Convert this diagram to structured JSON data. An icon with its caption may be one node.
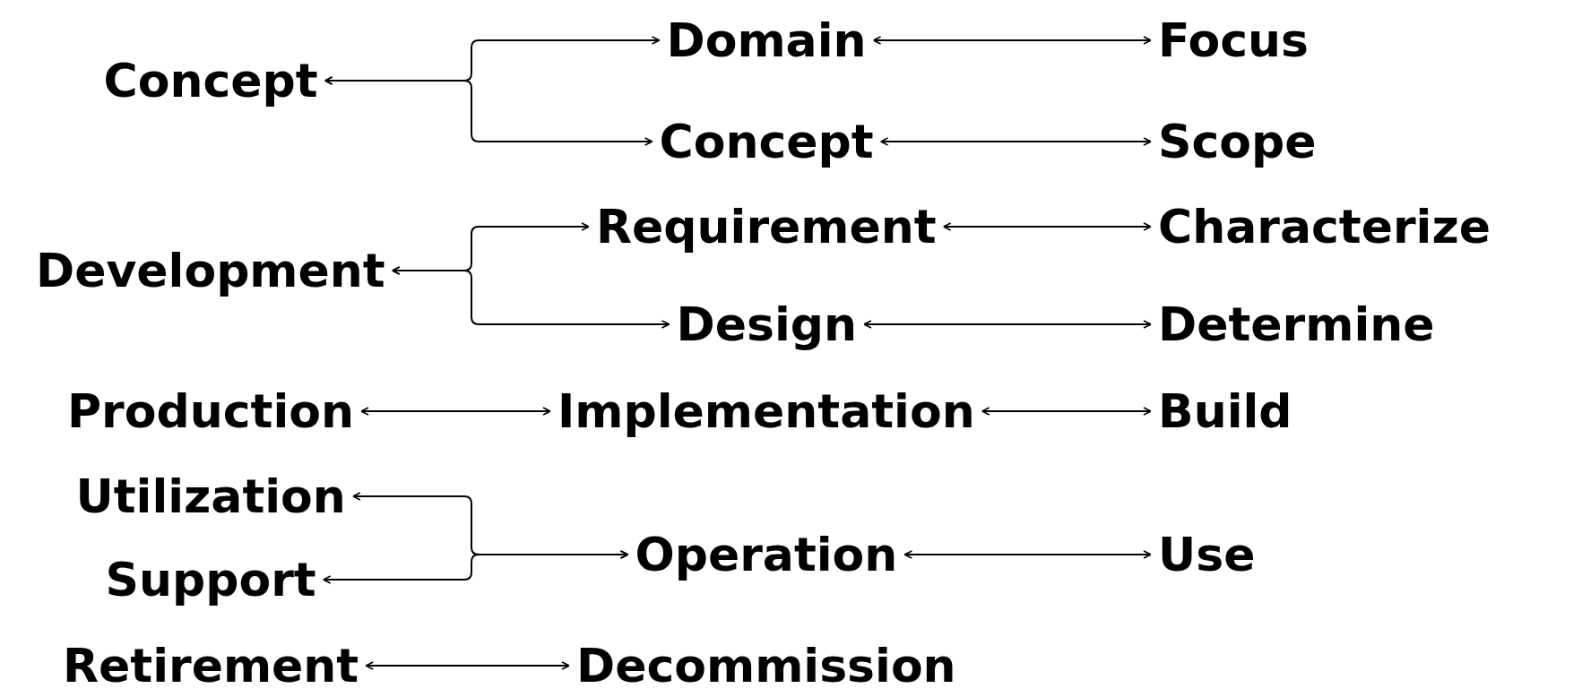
{
  "diagram": {
    "nodes": [
      {
        "text": [
          "Domain"
        ]
      },
      {
        "text": [
          "Focus"
        ]
      },
      {
        "text": [
          "Concept"
        ]
      },
      {
        "text": [
          "Concept"
        ]
      },
      {
        "text": [
          "Scope"
        ]
      },
      {
        "text": [
          "Requirement"
        ]
      },
      {
        "text": [
          "Characterize"
        ]
      },
      {
        "text": [
          "Development"
        ]
      },
      {
        "text": [
          "Design"
        ]
      },
      {
        "text": [
          "Determine"
        ]
      },
      {
        "text": [
          "Production"
        ]
      },
      {
        "text": [
          "Implementation"
        ]
      },
      {
        "text": [
          "Build"
        ]
      },
      {
        "text": [
          "Utilization"
        ]
      },
      {
        "text": [
          "Operation"
        ]
      },
      {
        "text": [
          "Use"
        ]
      },
      {
        "text": [
          "Support"
        ]
      },
      {
        "text": [
          "Retirement"
        ]
      },
      {
        "text": [
          "Decommission"
        ]
      }
    ],
    "edges": [
      {
        "from": 2,
        "to": 0,
        "arrow": "both"
      },
      {
        "from": 2,
        "to": 3,
        "arrow": "both"
      },
      {
        "from": 7,
        "to": 5,
        "arrow": "both"
      },
      {
        "from": 7,
        "to": 8,
        "arrow": "both"
      },
      {
        "from": 10,
        "to": 11,
        "arrow": "both"
      },
      {
        "from": 13,
        "to": 14,
        "arrow": "both"
      },
      {
        "from": 16,
        "to": 14,
        "arrow": "both"
      },
      {
        "from": 17,
        "to": 18,
        "arrow": "both"
      },
      {
        "from": 0,
        "to": 1,
        "arrow": "both"
      },
      {
        "from": 3,
        "to": 4,
        "arrow": "both"
      },
      {
        "from": 5,
        "to": 6,
        "arrow": "both"
      },
      {
        "from": 8,
        "to": 9,
        "arrow": "both"
      },
      {
        "from": 11,
        "to": 12,
        "arrow": "both"
      },
      {
        "from": 14,
        "to": 15,
        "arrow": "both"
      }
    ]
  }
}
